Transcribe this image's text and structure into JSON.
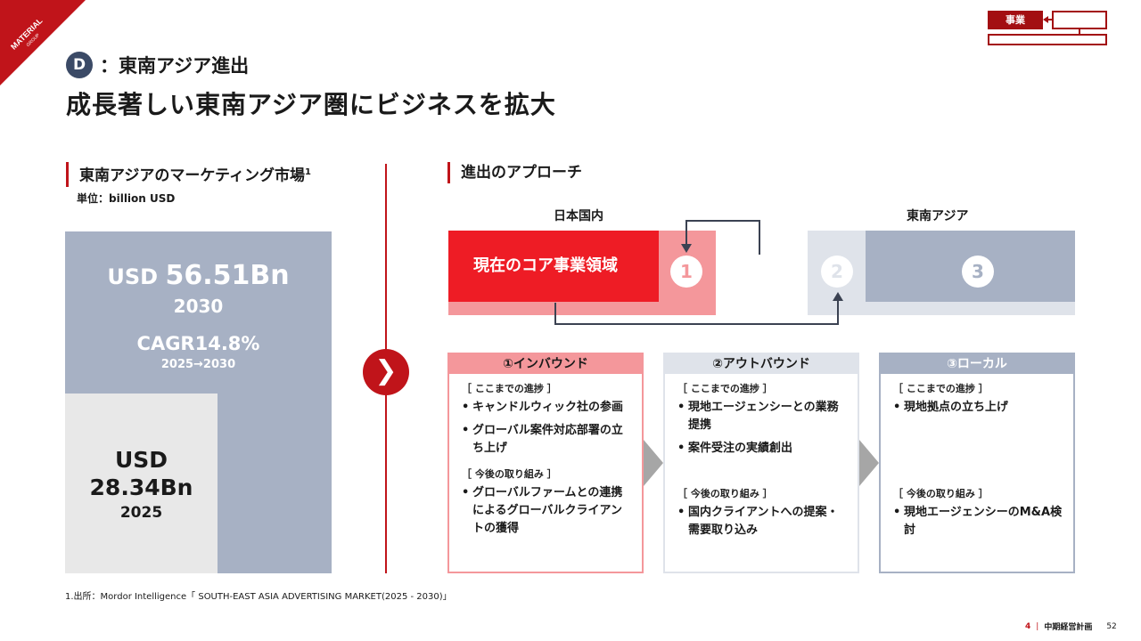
{
  "logo": {
    "line1": "MATERIAL",
    "line2": "GROUP",
    "color": "#c0141a"
  },
  "nav": {
    "active_label": "事業"
  },
  "section": {
    "badge": "D",
    "title": "：東南アジア進出"
  },
  "main_title": "成長著しい東南アジア圏にビジネスを拡大",
  "market": {
    "heading": "東南アジアのマーケティング市場",
    "heading_sup": "1",
    "unit": "単位：billion USD",
    "future": {
      "prefix": "USD ",
      "value": "56.51Bn",
      "year": "2030",
      "cagr": "CAGR14.8%",
      "period": "2025→2030"
    },
    "current": {
      "line1": "USD",
      "line2": "28.34Bn",
      "year": "2025"
    }
  },
  "approach": {
    "heading": "進出のアプローチ",
    "domestic_label": "日本国内",
    "sea_label": "東南アジア",
    "core_label": "現在のコア事業領域",
    "num1": "1",
    "num2": "2",
    "num3": "3"
  },
  "cards": [
    {
      "title": "①インバウンド",
      "progress_tag": "［ ここまでの進捗 ］",
      "progress": [
        "キャンドルウィック社の参画",
        "グローバル案件対応部署の立ち上げ"
      ],
      "future_tag": "［ 今後の取り組み ］",
      "future": [
        "グローバルファームとの連携によるグローバルクライアントの獲得"
      ]
    },
    {
      "title": "②アウトバウンド",
      "progress_tag": "［ ここまでの進捗 ］",
      "progress": [
        "現地エージェンシーとの業務提携",
        "案件受注の実績創出"
      ],
      "future_tag": "［ 今後の取り組み ］",
      "future": [
        "国内クライアントへの提案・需要取り込み"
      ]
    },
    {
      "title": "③ローカル",
      "progress_tag": "［ ここまでの進捗 ］",
      "progress": [
        "現地拠点の立ち上げ"
      ],
      "future_tag": "［ 今後の取り組み ］",
      "future": [
        "現地エージェンシーのM&A検討"
      ]
    }
  ],
  "footnote": "1.出所：Mordor Intelligence「 SOUTH-EAST ASIA ADVERTISING MARKET(2025 - 2030)」",
  "footer": {
    "chapter": "4",
    "separator": "|",
    "doc": "中期経営計画",
    "page": "52"
  },
  "colors": {
    "accent": "#c0141a",
    "slate": "#a7b1c4",
    "navy": "#3b4a66"
  }
}
